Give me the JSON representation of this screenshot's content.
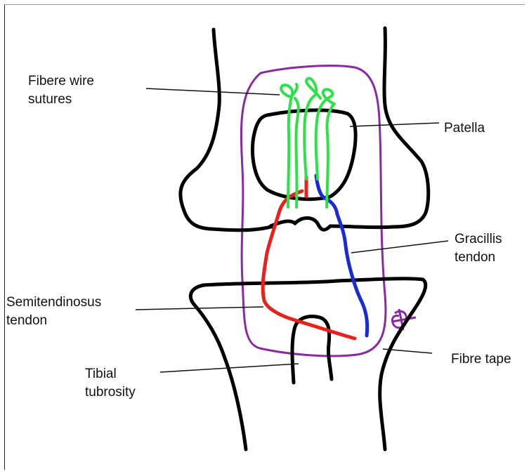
{
  "labels": {
    "fibre_wire": [
      "Fibere wire",
      "sutures"
    ],
    "patella": "Patella",
    "gracilis": [
      "Gracillis",
      "tendon"
    ],
    "semitendinosus": [
      "Semitendinosus",
      "tendon"
    ],
    "tibial_tubrosity": [
      "Tibial",
      "tubrosity"
    ],
    "fibre_tape": "Fibre tape"
  },
  "colors": {
    "bone": "#000000",
    "semitendinosus": "#e8211c",
    "gracilis": "#1a2bd6",
    "fibre_wire": "#2ee04a",
    "fibre_tape": "#8a2aa3",
    "leader": "#111111"
  }
}
